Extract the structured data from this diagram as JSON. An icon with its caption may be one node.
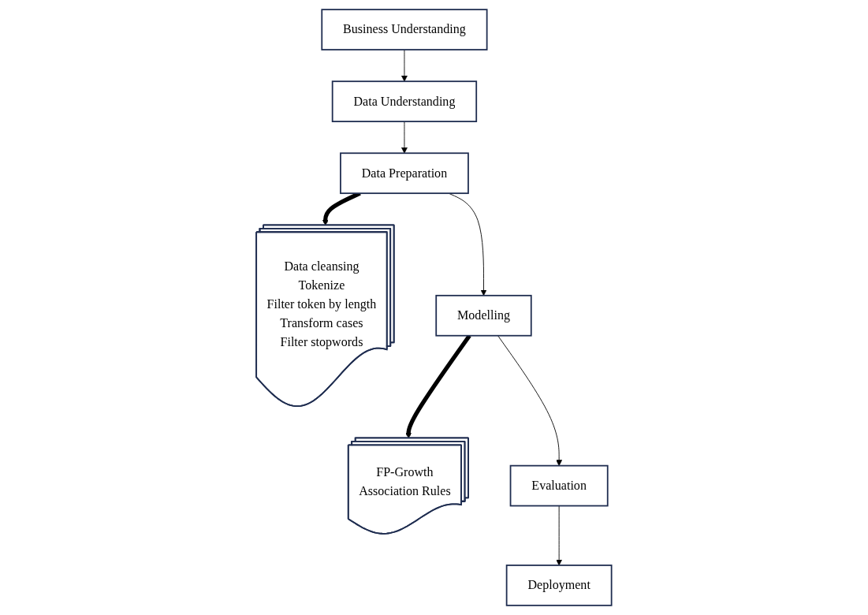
{
  "diagram": {
    "nodes": [
      {
        "text": [
          "Business Understanding"
        ]
      },
      {
        "text": [
          "Data Understanding"
        ]
      },
      {
        "text": [
          "Data Preparation"
        ]
      },
      {
        "text": [
          "Data cleansing",
          "Tokenize",
          "Filter token by length",
          "Transform cases",
          "Filter stopwords"
        ]
      },
      {
        "text": [
          "FP-Growth",
          "Association Rules"
        ]
      },
      {
        "text": [
          "Modelling"
        ]
      },
      {
        "text": [
          "Evaluation"
        ]
      },
      {
        "text": [
          "Deployment"
        ]
      }
    ],
    "edges": [
      {
        "from": 0,
        "to": 1,
        "arrow": "to"
      },
      {
        "from": 1,
        "to": 2,
        "arrow": "to"
      },
      {
        "from": 2,
        "to": 3,
        "arrow": "to",
        "style": "thick"
      },
      {
        "from": 2,
        "to": 5,
        "arrow": "to"
      },
      {
        "from": 5,
        "to": 4,
        "arrow": "to",
        "style": "thick"
      },
      {
        "from": 5,
        "to": 6,
        "arrow": "to"
      },
      {
        "from": 6,
        "to": 7,
        "arrow": "to"
      }
    ]
  }
}
